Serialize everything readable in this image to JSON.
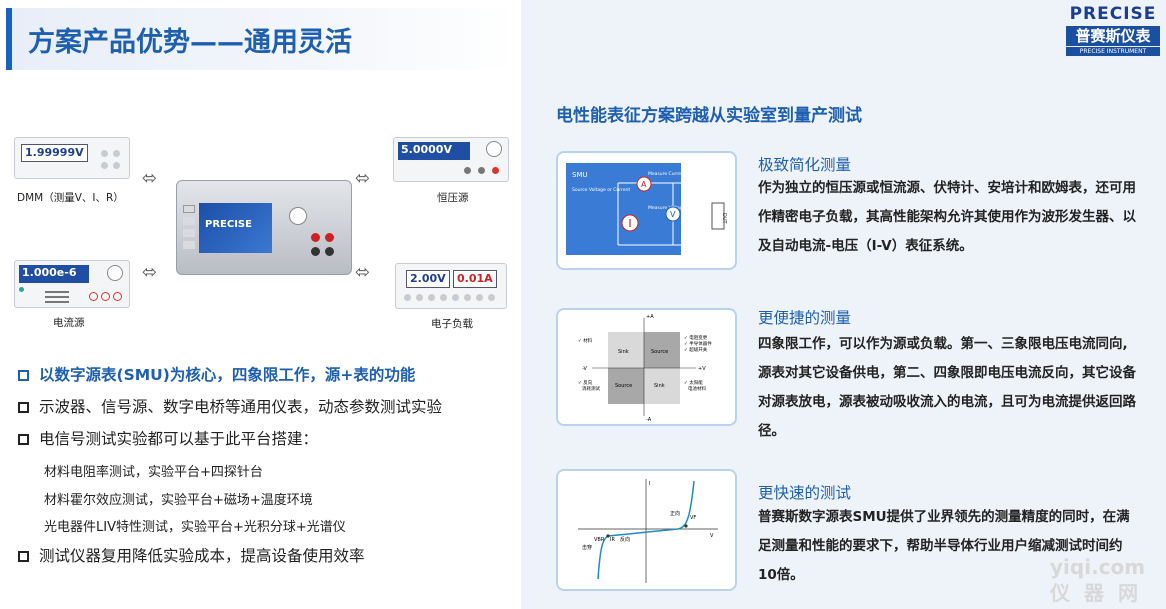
{
  "title": "方案产品优势——通用灵活",
  "logo": {
    "en": "PRECISE",
    "cn": "普赛斯仪表",
    "sub": "PRECISE INSTRUMENT"
  },
  "devices": {
    "dmm": {
      "display": "1.99999V",
      "caption": "DMM（测量V、I、R）"
    },
    "cv": {
      "display": "5.0000V",
      "caption": "恒压源"
    },
    "cs": {
      "display": "1.000e-6",
      "caption": "电流源"
    },
    "load": {
      "display_v": "2.00V",
      "display_a": "0.01A",
      "caption": "电子负载"
    },
    "smu": {
      "brand": "PRECISE"
    }
  },
  "bullets": [
    "以数字源表(SMU)为核心，四象限工作，源+表的功能",
    "示波器、信号源、数字电桥等通用仪表，动态参数测试实验",
    "电信号测试实验都可以基于此平台搭建："
  ],
  "sub_items": [
    "材料电阻率测试，实验平台+四探针台",
    "材料霍尔效应测试，实验平台+磁场+温度环境",
    "光电器件LIV特性测试，实验平台+光积分球+光谱仪"
  ],
  "bullet_last": "测试仪器复用降低实验成本，提高设备使用效率",
  "right_heading": "电性能表征方案跨越从实验室到量产测试",
  "features": [
    {
      "title": "极致简化测量",
      "text": "作为独立的恒压源或恒流源、伏特计、安培计和欧姆表，还可用作精密电子负载，其高性能架构允许其使用作为波形发生器、以及自动电流-电压（I-V）表征系统。"
    },
    {
      "title": "更便捷的测量",
      "text": "四象限工作，可以作为源或负载。第一、三象限电压电流同向,源表对其它设备供电，第二、四象限即电压电流反向，其它设备对源表放电，源表被动吸收流入的电流，且可为电流提供返回路径。"
    },
    {
      "title": "更快速的测试",
      "text": "普赛斯数字源表SMU提供了业界领先的测量精度的同时，在满足测量和性能的要求下，帮助半导体行业用户缩减测试时间约10倍。"
    }
  ],
  "diagram1": {
    "smu": "SMU",
    "source": "Source Voltage or Current",
    "measure_i": "Measure Current",
    "measure_v": "Measure Voltage",
    "dut": "DUT",
    "a": "A",
    "v": "V"
  },
  "diagram2": {
    "plus_a": "+A",
    "minus_a": "-A",
    "plus_v": "+V",
    "minus_v": "-V",
    "q1": "Source",
    "q2": "Sink",
    "q3": "Source",
    "q4": "Sink",
    "tl": "✓ 材料",
    "tr1": "✓ 电阻变更",
    "tr2": "✓ 半导体器件",
    "tr3": "✓ 超级开关",
    "bl1": "✓ 反向",
    "bl2": "消耗测试",
    "br1": "✓ 太阳能",
    "br2": "电池材料"
  },
  "diagram3": {
    "i": "I",
    "v": "V",
    "forward": "正向",
    "reverse": "反向",
    "breakdown": "击穿",
    "vf": "VF",
    "vbr": "VBR",
    "ir": "IR"
  },
  "watermark": {
    "line1": "yiqi.com",
    "line2": "仪器网"
  }
}
